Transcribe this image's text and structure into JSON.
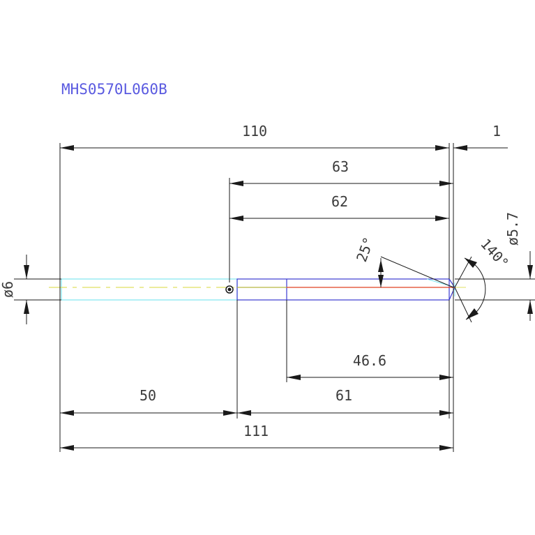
{
  "title": "MHS0570L060B",
  "dimensions": {
    "total_upper": "110",
    "tip_offset": "1",
    "length_63": "63",
    "length_62": "62",
    "length_46_6": "46.6",
    "length_50": "50",
    "length_61": "61",
    "total_lower": "111",
    "shank_dia": "ø6",
    "tip_dia": "ø5.7",
    "point_angle": "140°",
    "chamfer_angle": "25°"
  },
  "colors": {
    "background": "#ffffff",
    "dimension_lines": "#1a1a1a",
    "shank_outline": "#7fe6f0",
    "body_outline": "#3a3ad0",
    "center_line": "#e0e060",
    "tip_line": "#e04020",
    "title": "#5a5ae0"
  }
}
